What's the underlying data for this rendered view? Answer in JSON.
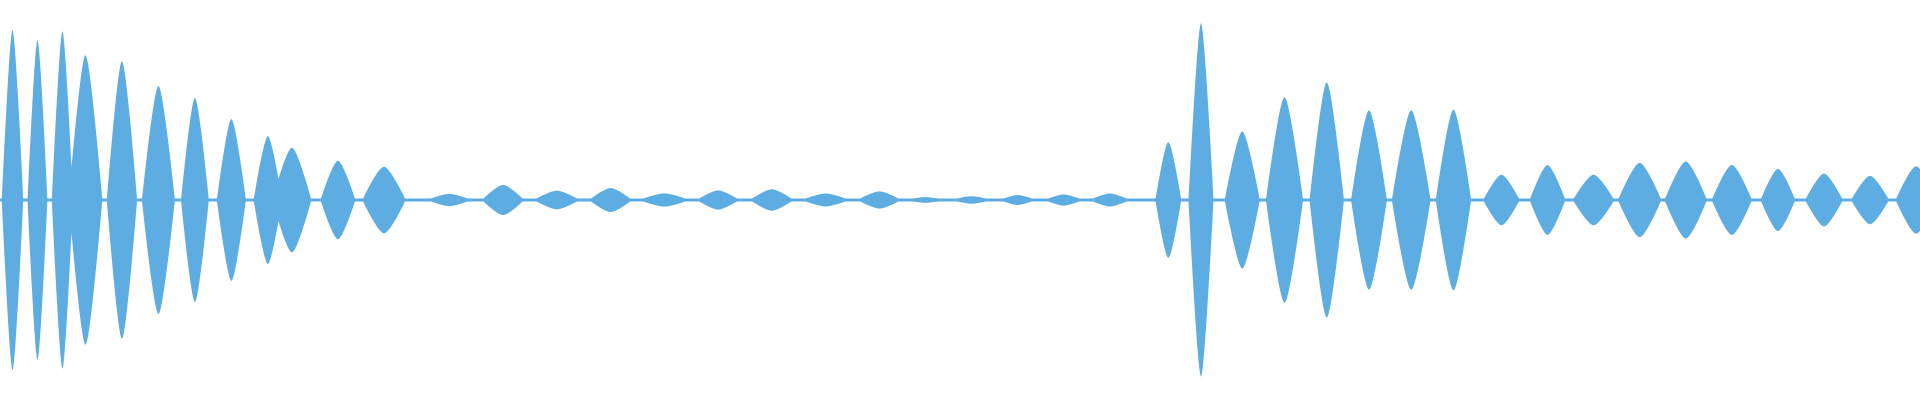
{
  "waveform": {
    "color": "#5dade2",
    "background": "#ffffff",
    "center_line": 0.5,
    "segments": [
      {
        "start": 0.0,
        "end": 0.035,
        "amplitude": 0.46,
        "lobe_width": 0.0065,
        "style": "spiky"
      },
      {
        "start": 0.035,
        "end": 0.14,
        "amplitude": 0.42,
        "lobe_width": 0.0095,
        "style": "decay"
      },
      {
        "start": 0.14,
        "end": 0.22,
        "amplitude": 0.14,
        "lobe_width": 0.012,
        "style": "decay"
      },
      {
        "start": 0.22,
        "end": 0.47,
        "amplitude": 0.03,
        "lobe_width": 0.014,
        "style": "quiet"
      },
      {
        "start": 0.47,
        "end": 0.6,
        "amplitude": 0.015,
        "lobe_width": 0.012,
        "style": "quiet"
      },
      {
        "start": 0.6,
        "end": 0.636,
        "amplitude": 0.5,
        "lobe_width": 0.0085,
        "style": "burst"
      },
      {
        "start": 0.636,
        "end": 0.77,
        "amplitude": 0.3,
        "lobe_width": 0.011,
        "style": "mid"
      },
      {
        "start": 0.77,
        "end": 1.0,
        "amplitude": 0.1,
        "lobe_width": 0.012,
        "style": "tail"
      }
    ]
  }
}
